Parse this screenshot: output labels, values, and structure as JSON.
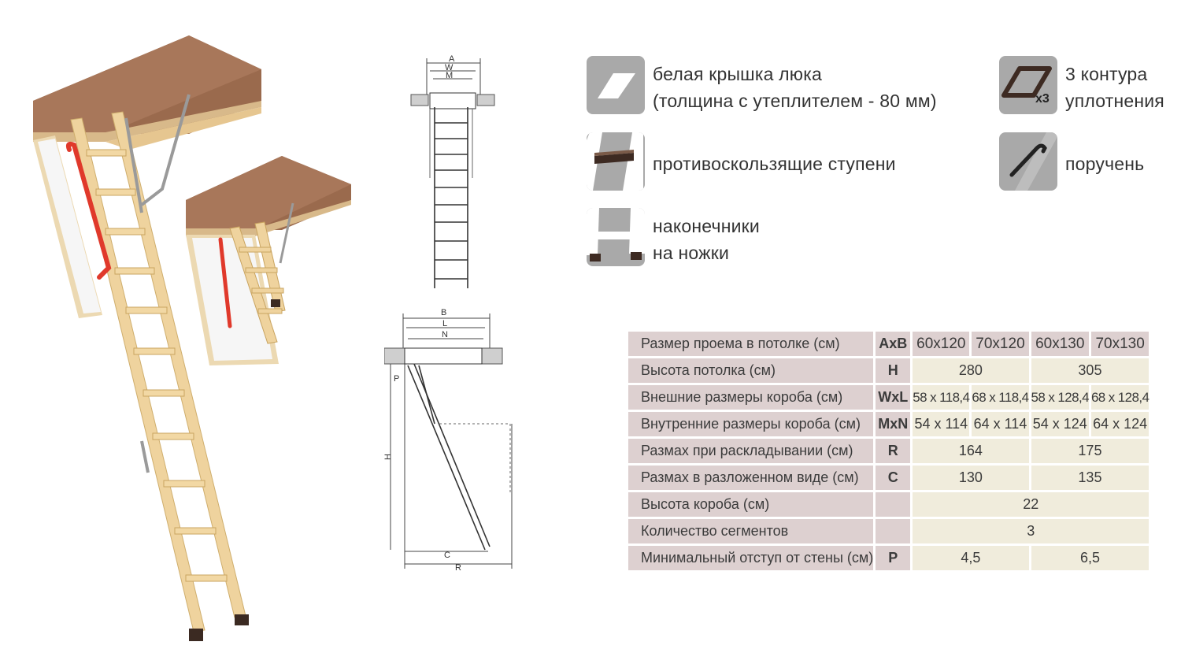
{
  "features": {
    "hatch_cover": {
      "icon": "hatch-cover-icon",
      "line1": "белая крышка люка",
      "line2": "(толщина с утеплителем - 80 мм)"
    },
    "anti_slip_steps": {
      "icon": "anti-slip-step-icon",
      "text": "противоскользящие ступени"
    },
    "leg_tips": {
      "icon": "leg-tip-icon",
      "line1": "наконечники",
      "line2": "на ножки"
    },
    "seal": {
      "icon": "seal-contour-icon",
      "badge": "x3",
      "line1": "3 контура",
      "line2": "уплотнения"
    },
    "handrail": {
      "icon": "handrail-icon",
      "text": "поручень"
    }
  },
  "diagram_labels": {
    "front": [
      "A",
      "W",
      "M"
    ],
    "side": [
      "B",
      "L",
      "N",
      "P",
      "H",
      "C",
      "R"
    ]
  },
  "table": {
    "rows": [
      {
        "label": "Размер проема в потолке (см)",
        "code": "AxB",
        "cells": [
          "60x120",
          "70x120",
          "60x130",
          "70x130"
        ]
      },
      {
        "label": "Высота потолка (см)",
        "code": "H",
        "cells": [
          "280",
          "305"
        ]
      },
      {
        "label": "Внешние размеры короба (см)",
        "code": "WxL",
        "cells": [
          "58 x 118,4",
          "68 x 118,4",
          "58 x 128,4",
          "68 x 128,4"
        ]
      },
      {
        "label": "Внутренние размеры короба (см)",
        "code": "MxN",
        "cells": [
          "54 x 114",
          "64 x 114",
          "54 x 124",
          "64 x 124"
        ]
      },
      {
        "label": "Размах при раскладывании (см)",
        "code": "R",
        "cells": [
          "164",
          "175"
        ]
      },
      {
        "label": "Размах в разложенном виде (см)",
        "code": "C",
        "cells": [
          "130",
          "135"
        ]
      },
      {
        "label": "Высота короба (см)",
        "code": "",
        "cells": [
          "22"
        ]
      },
      {
        "label": "Количество сегментов",
        "code": "",
        "cells": [
          "3"
        ]
      },
      {
        "label": "Минимальный отступ от стены (см)",
        "code": "P",
        "cells": [
          "4,5",
          "6,5"
        ]
      }
    ]
  },
  "colors": {
    "wood": "#f1d9a6",
    "box_top": "#9a6a4d",
    "handrail": "#e0392b",
    "label_cell": "#ddd0d0",
    "value_cell": "#f0ecdc",
    "icon_bg": "#a9a9a9"
  }
}
